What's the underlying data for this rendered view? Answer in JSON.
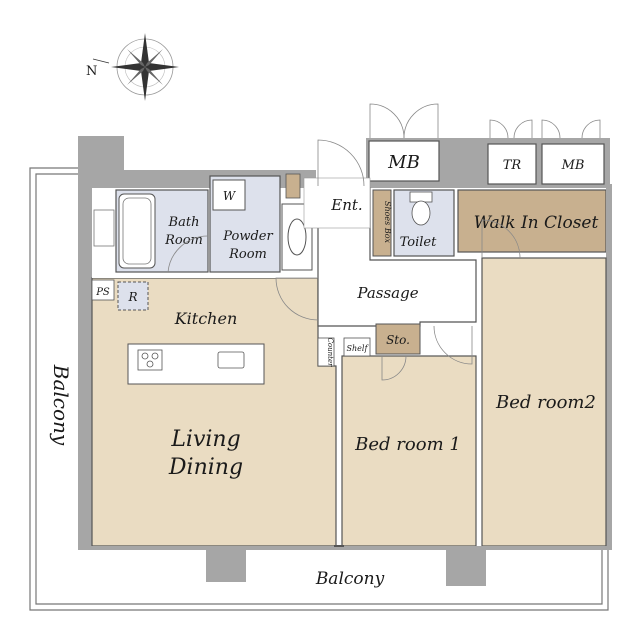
{
  "compass": {
    "north_label": "N"
  },
  "rooms": {
    "living_line1": "Living",
    "living_line2": "Dining",
    "kitchen": "Kitchen",
    "bath_line1": "Bath",
    "bath_line2": "Room",
    "powder_line1": "Powder",
    "powder_line2": "Room",
    "washer": "W",
    "entrance": "Ent.",
    "shoes_box": "Shoes Box",
    "toilet": "Toilet",
    "walk_in_closet": "Walk In Closet",
    "passage": "Passage",
    "storage": "Sto.",
    "shelf": "Shelf",
    "counter": "Counter",
    "bedroom1": "Bed room 1",
    "bedroom2": "Bed room2",
    "ps": "PS",
    "refrigerator": "R",
    "mb_main": "MB",
    "tr": "TR",
    "mb_small": "MB"
  },
  "balconies": {
    "left": "Balcony",
    "bottom": "Balcony"
  },
  "colors": {
    "wall": "#a6a6a6",
    "floor_wood": "#eadcc2",
    "floor_wet": "#dde1ec",
    "closet": "#c8b08f",
    "outline": "#555555"
  }
}
